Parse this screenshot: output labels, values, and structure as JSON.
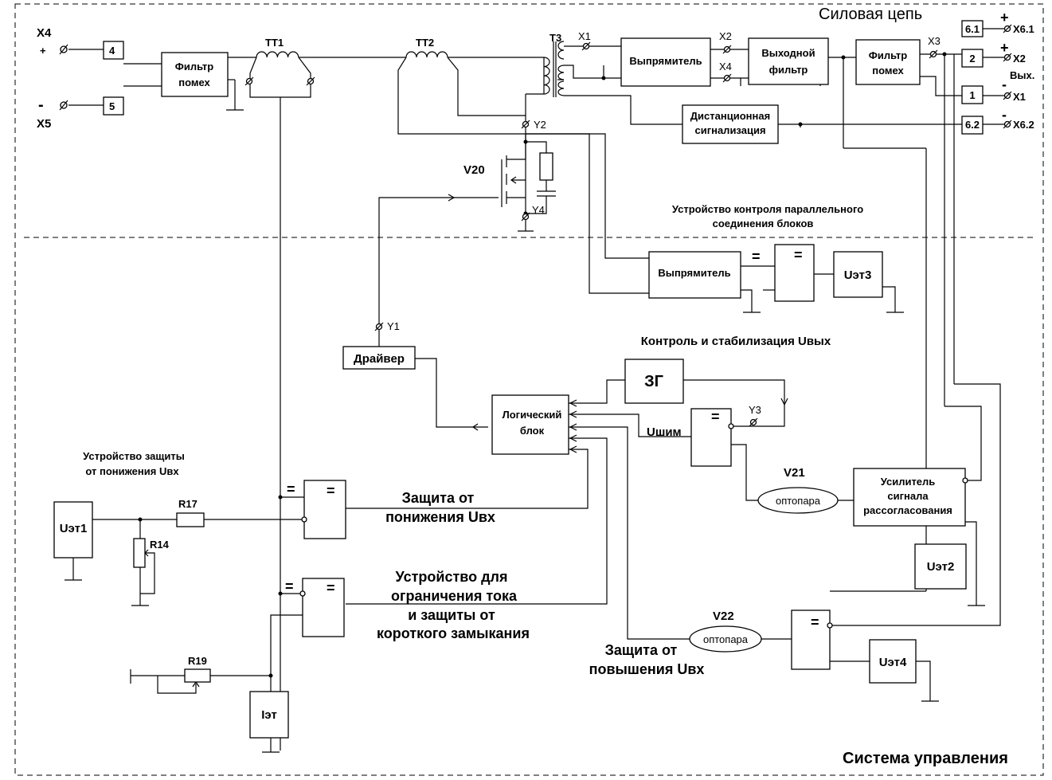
{
  "sections": {
    "power_circuit": "Силовая цепь",
    "control_system": "Система управления"
  },
  "terminals": {
    "x4": "X4",
    "x4_sign": "+",
    "x5": "X5",
    "x5_sign": "-",
    "in_pin_4": "4",
    "in_pin_5": "5",
    "x1_top": "X1",
    "x2_mid": "X2",
    "x4_mid": "X4",
    "x3": "X3",
    "out_6_1": "6.1",
    "out_2": "2",
    "out_1": "1",
    "out_6_2": "6.2",
    "x6_1": "X6.1",
    "x2_out": "X2",
    "x1_out": "X1",
    "x6_2": "X6.2",
    "out_label": "Вых.",
    "plus": "+",
    "minus": "-",
    "y1": "Y1",
    "y2": "Y2",
    "y3": "Y3",
    "y4": "Y4"
  },
  "components": {
    "tt1": "TT1",
    "tt2": "TT2",
    "t3": "T3",
    "v20": "V20",
    "v21": "V21",
    "v22": "V22",
    "r14": "R14",
    "r17": "R17",
    "r19": "R19"
  },
  "blocks": {
    "filter1_line1": "Фильтр",
    "filter1_line2": "помех",
    "rectifier": "Выпрямитель",
    "out_filter_line1": "Выходной",
    "out_filter_line2": "фильтр",
    "filter2_line1": "Фильтр",
    "filter2_line2": "помех",
    "remote_line1": "Дистанционная",
    "remote_line2": "сигнализация",
    "rectifier2": "Выпрямитель",
    "uet3": "Uэт3",
    "driver": "Драйвер",
    "logic_line1": "Логический",
    "logic_line2": "блок",
    "zg": "ЗГ",
    "uet1": "Uэт1",
    "uet2": "Uэт2",
    "uet4": "Uэт4",
    "iet": "Iэт",
    "amp_line1": "Усилитель",
    "amp_line2": "сигнала",
    "amp_line3": "рассогласования",
    "optocoupler1": "оптопара",
    "optocoupler2": "оптопара",
    "eq": "="
  },
  "labels": {
    "parallel_line1": "Устройство контроля параллельного",
    "parallel_line2": "соединения блоков",
    "stab": "Контроль и стабилизация Uвых",
    "pwm": "Uшим",
    "under_dev_line1": "Устройство защиты",
    "under_dev_line2": "от понижения Uвх",
    "under_prot_line1": "Защита от",
    "under_prot_line2": "понижения Uвх",
    "current_line1": "Устройство для",
    "current_line2": "ограничения тока",
    "current_line3": "и защиты от",
    "current_line4": "короткого замыкания",
    "over_line1": "Защита от",
    "over_line2": "повышения Uвх"
  }
}
